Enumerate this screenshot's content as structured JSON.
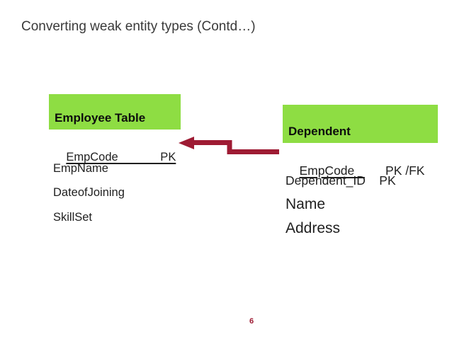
{
  "slide": {
    "title": "Converting weak entity types (Contd…)",
    "page_number": "6"
  },
  "employee_table": {
    "header": "Employee Table",
    "rows": [
      {
        "text": "EmpCode             PK"
      },
      {
        "text": "EmpName"
      },
      {
        "text": "DateofJoining"
      },
      {
        "text": "SkillSet"
      }
    ]
  },
  "dependent_table": {
    "header": "Dependent",
    "rows": [
      {
        "label": "EmpCode   ",
        "key": "      PK /FK"
      },
      {
        "text": "Dependent_ID    PK"
      },
      {
        "text": "Name"
      },
      {
        "text": "Address"
      }
    ]
  },
  "arrow": {
    "meaning": "foreign-key-reference-from-dependent-empcode-to-employee-empcode"
  },
  "colors": {
    "header_green": "#8EDD43",
    "arrow_red": "#9E1B33",
    "title_gray": "#3a3a3a"
  }
}
